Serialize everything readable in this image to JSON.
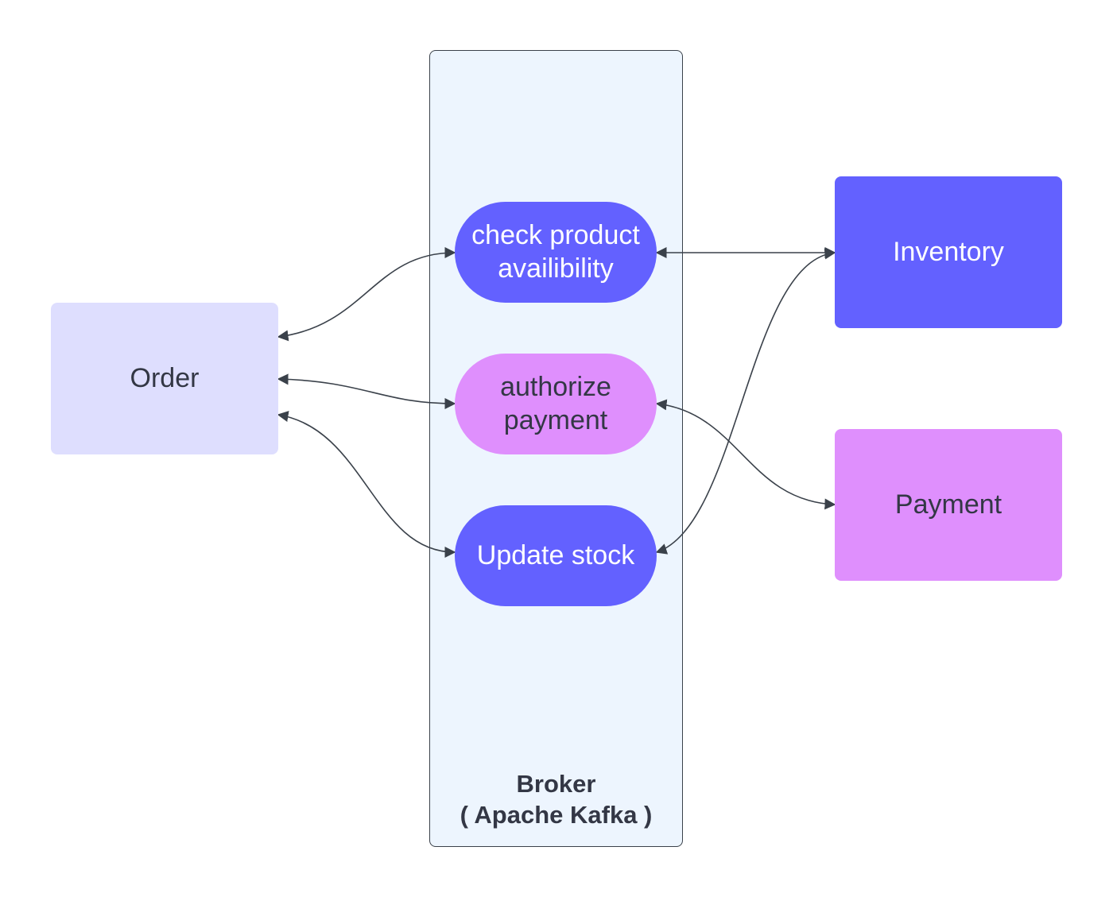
{
  "services": {
    "order": "Order",
    "inventory": "Inventory",
    "payment": "Payment"
  },
  "broker": {
    "label_line1": "Broker",
    "label_line2": "( Apache Kafka )"
  },
  "topics": {
    "check": "check product availibility",
    "authorize": "authorize payment",
    "update": "Update stock"
  },
  "colors": {
    "primary": "#6361ff",
    "accent": "#df8ffd",
    "order_bg": "#dedefe",
    "broker_bg": "#edf5fe",
    "stroke": "#3a414a"
  }
}
